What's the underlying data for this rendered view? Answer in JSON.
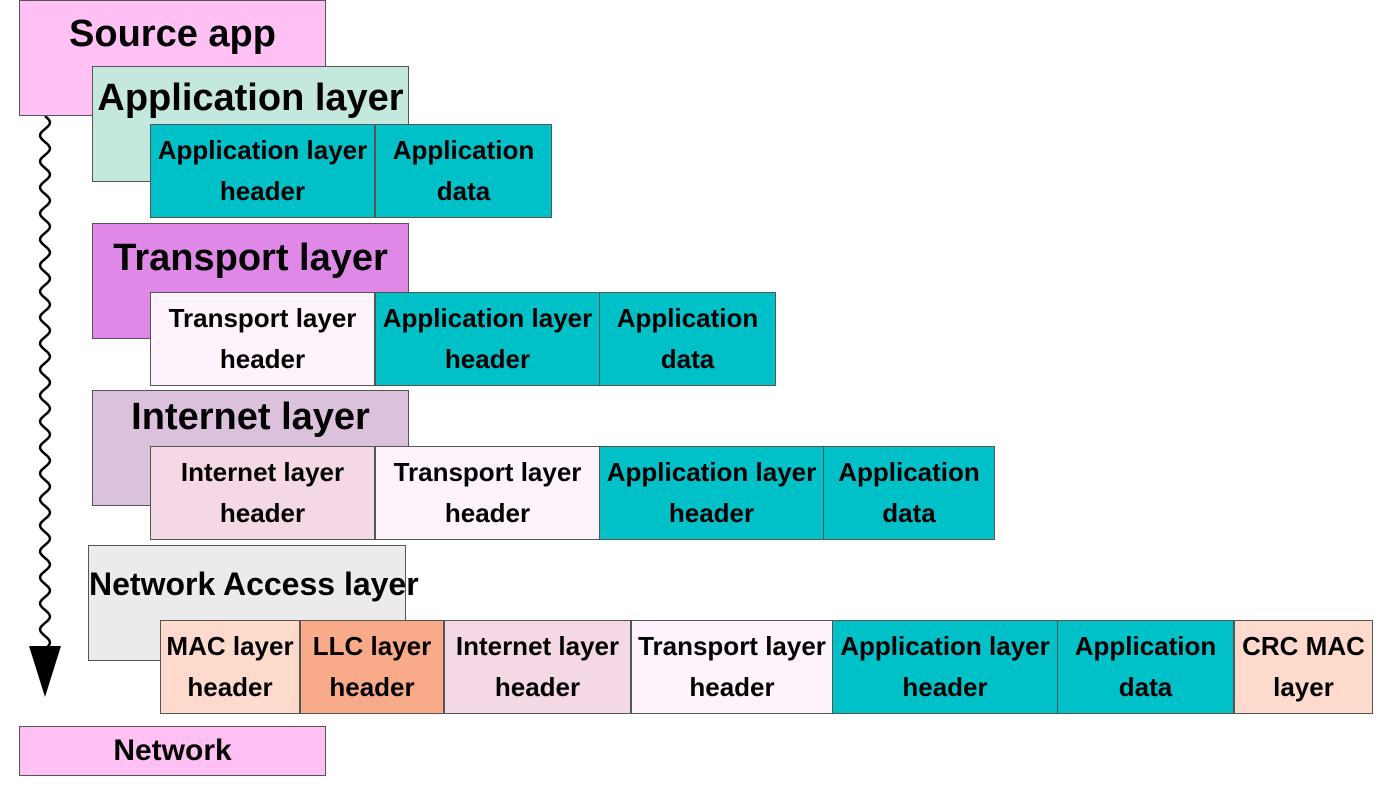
{
  "source_app": {
    "label": "Source app",
    "color": "#ffc0f3"
  },
  "network": {
    "label": "Network",
    "color": "#ffc0f3"
  },
  "layers": {
    "application": {
      "title": "Application layer",
      "color": "#c4e8de"
    },
    "transport": {
      "title": "Transport layer",
      "color": "#df88e8"
    },
    "internet": {
      "title": "Internet layer",
      "color": "#dbc1dc"
    },
    "network_access": {
      "title": "Network Access layer",
      "color": "#ebebeb"
    }
  },
  "segments": {
    "mac_header": {
      "label": "MAC layer\nheader",
      "color": "#fddacb"
    },
    "llc_header": {
      "label": "LLC layer\nheader",
      "color": "#f9aa88"
    },
    "internet_header": {
      "label": "Internet layer\nheader",
      "color": "#f4d8e6"
    },
    "transport_header": {
      "label": "Transport layer\nheader",
      "color": "#fef2fc"
    },
    "application_header": {
      "label": "Application layer\nheader",
      "color": "#00c0c8"
    },
    "application_data": {
      "label": "Application\ndata",
      "color": "#00c0c8"
    },
    "crc_mac": {
      "label": "CRC MAC\nlayer",
      "color": "#fddacb"
    }
  }
}
